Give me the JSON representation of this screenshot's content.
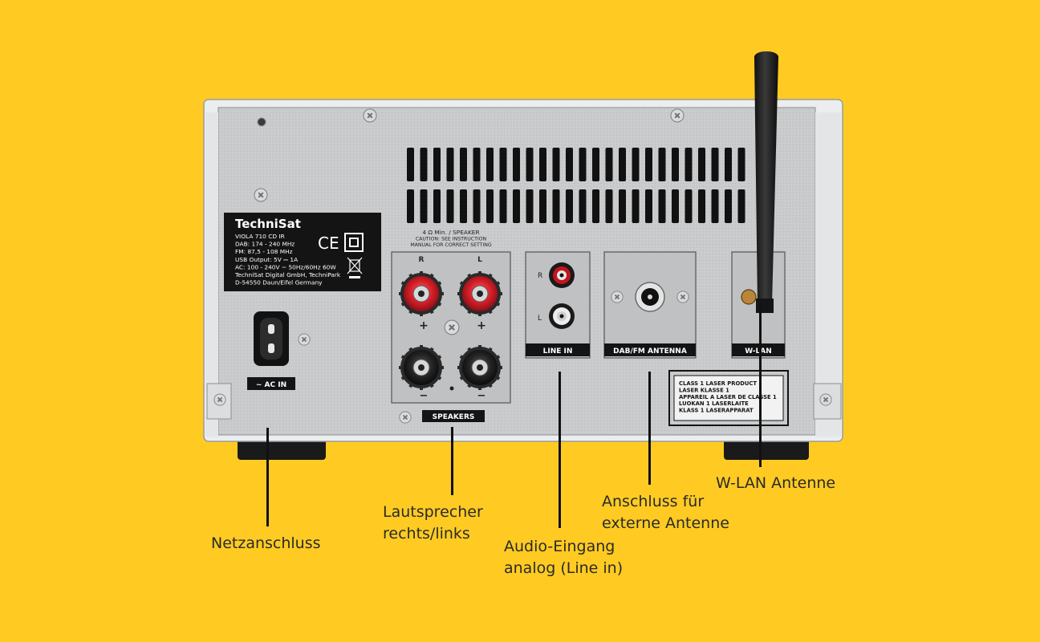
{
  "device": {
    "brand": "TechniSat",
    "rating_label": {
      "lines": [
        "VIOLA 710 CD IR",
        "DAB: 174 - 240 MHz",
        "FM: 87,5 - 108 MHz",
        "USB Output: 5V ⎓ 1A",
        "AC: 100 - 240V ~ 50Hz/60Hz 60W",
        "TechniSat Digital GmbH, TechniPark",
        "D-54550 Daun/Eifel Germany"
      ],
      "ce_mark": "CE"
    },
    "ac_in_label": "~ AC IN",
    "speaker_caption": [
      "4 Ω Min. / SPEAKER",
      "CAUTION: SEE INSTRUCTION",
      "MANUAL FOR CORRECT SETTING"
    ],
    "speaker_r": "R",
    "speaker_l": "L",
    "plus": "+",
    "minus": "−",
    "speakers_label": "SPEAKERS",
    "line_in_r": "R",
    "line_in_l": "L",
    "line_in_label": "LINE IN",
    "dab_label": "DAB/FM ANTENNA",
    "wlan_label": "W-LAN",
    "laser_label": [
      "CLASS 1 LASER PRODUCT",
      "LASER KLASSE 1",
      "APPAREIL A LASER DE CLASSE 1",
      "LUOKAN 1 LASERLAITE",
      "KLASS 1 LASERAPPARAT"
    ]
  },
  "callouts": {
    "netzanschluss": "Netzanschluss",
    "lautsprecher": "Lautsprecher\nrechts/links",
    "audio": "Audio-Eingang\nanalog (Line in)",
    "antenne": "Anschluss für\nexterne Antenne",
    "wlan": "W-LAN Antenne"
  },
  "colors": {
    "background": "#FFCB22",
    "panel": "#C9CBCD",
    "terminal_red": "#D8202A",
    "terminal_black": "#1E1E1E",
    "label_black": "#141414"
  }
}
